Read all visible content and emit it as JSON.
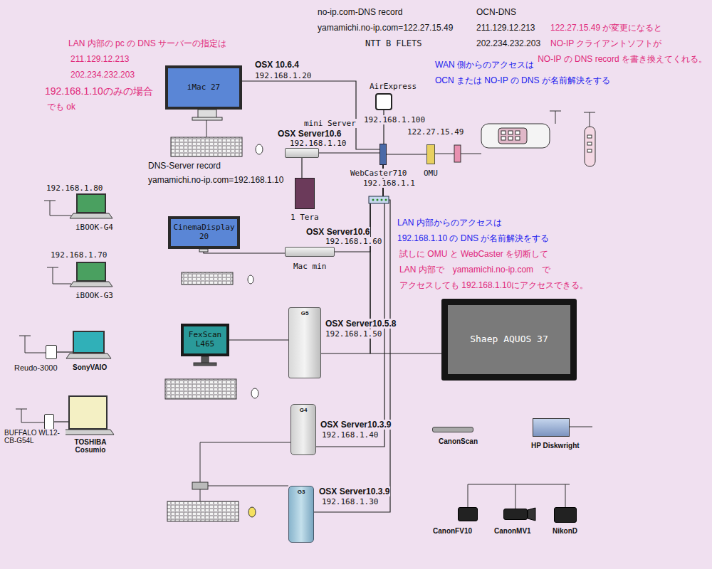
{
  "diagram": {
    "nodes": [
      {
        "text": [
          "iMac 27",
          "OSX 10.6.4",
          "192.168.1.20"
        ]
      },
      {
        "text": [
          "mini Server",
          "OSX Server10.6",
          "192.168.1.10"
        ]
      },
      {
        "text": [
          "1 Tera"
        ]
      },
      {
        "text": [
          "AirExpress",
          "192.168.1.100"
        ]
      },
      {
        "text": [
          "WebCaster710",
          "192.168.1.1"
        ]
      },
      {
        "text": [
          "122.27.15.49",
          "OMU"
        ]
      },
      {
        "text": [
          "OSX Server10.6",
          "192.168.1.60",
          "Mac min"
        ]
      },
      {
        "text": [
          "CinemaDisplay 20"
        ]
      },
      {
        "text": [
          "G5",
          "OSX Server10.5.8",
          "192.168.1.50"
        ]
      },
      {
        "text": [
          "FexScan L465"
        ]
      },
      {
        "text": [
          "Shaep AQUOS 37"
        ]
      },
      {
        "text": [
          "G4",
          "OSX Server10.3.9",
          "192.168.1.40"
        ]
      },
      {
        "text": [
          "G3",
          "OSX Server10.3.9",
          "192.168.1.30"
        ]
      },
      {
        "text": [
          "192.168.1.80",
          "iBOOK-G4"
        ]
      },
      {
        "text": [
          "192.168.1.70",
          "iBOOK-G3"
        ]
      },
      {
        "text": [
          "SonyVAIO"
        ]
      },
      {
        "text": [
          "Reudo-3000"
        ]
      },
      {
        "text": [
          "TOSHIBA Cosumio"
        ]
      },
      {
        "text": [
          "BUFFALO WL12-CB-G54L"
        ]
      },
      {
        "text": [
          "CanonScan"
        ]
      },
      {
        "text": [
          "HP Diskwright"
        ]
      },
      {
        "text": [
          "CanonFV10"
        ]
      },
      {
        "text": [
          "CanonMV1"
        ]
      },
      {
        "text": [
          "NikonD"
        ]
      }
    ],
    "edges": [
      {
        "from": 0,
        "to": 4,
        "arrow": "none"
      },
      {
        "from": 1,
        "to": 4,
        "arrow": "none"
      },
      {
        "from": 1,
        "to": 2,
        "arrow": "none"
      },
      {
        "from": 3,
        "to": 4,
        "arrow": "none"
      },
      {
        "from": 4,
        "to": 5,
        "arrow": "none"
      },
      {
        "from": 4,
        "to": 6,
        "arrow": "none"
      },
      {
        "from": 7,
        "to": 6,
        "arrow": "none"
      },
      {
        "from": 4,
        "to": 8,
        "arrow": "none"
      },
      {
        "from": 9,
        "to": 8,
        "arrow": "none"
      },
      {
        "from": 4,
        "to": 10,
        "arrow": "none"
      },
      {
        "from": 4,
        "to": 11,
        "arrow": "none"
      },
      {
        "from": 4,
        "to": 12,
        "arrow": "none"
      },
      {
        "from": 16,
        "to": 15,
        "arrow": "none"
      },
      {
        "from": 18,
        "to": 17,
        "arrow": "none"
      }
    ],
    "labels": [
      "no-ip.com-DNS record",
      "yamamichi.no-ip.com=122.27.15.49",
      "NTT B FLETS",
      "OCN-DNS",
      "211.129.12.213",
      "202.234.232.203",
      "122.27.15.49 が変更になると",
      "NO-IP クライアントソフトが",
      "NO-IP の DNS record を書き換えてくれる。",
      "WAN 側からのアクセスは",
      "OCN または NO-IP の DNS が名前解決をする",
      "LAN 内部の pc の DNS サーバーの指定は",
      "211.129.12.213",
      "202.234.232.203",
      "192.168.1.10のみの場合",
      "でも ok",
      "DNS-Server record",
      "yamamichi.no-ip.com=192.168.1.10",
      "LAN 内部からのアクセスは",
      "192.168.1.10 の DNS が名前解決をする",
      "試しに OMU と WebCaster を切断して",
      "LAN 内部で　yamamichi.no-ip.com　で",
      "アクセスしても 192.168.1.10にアクセスできる。"
    ]
  }
}
